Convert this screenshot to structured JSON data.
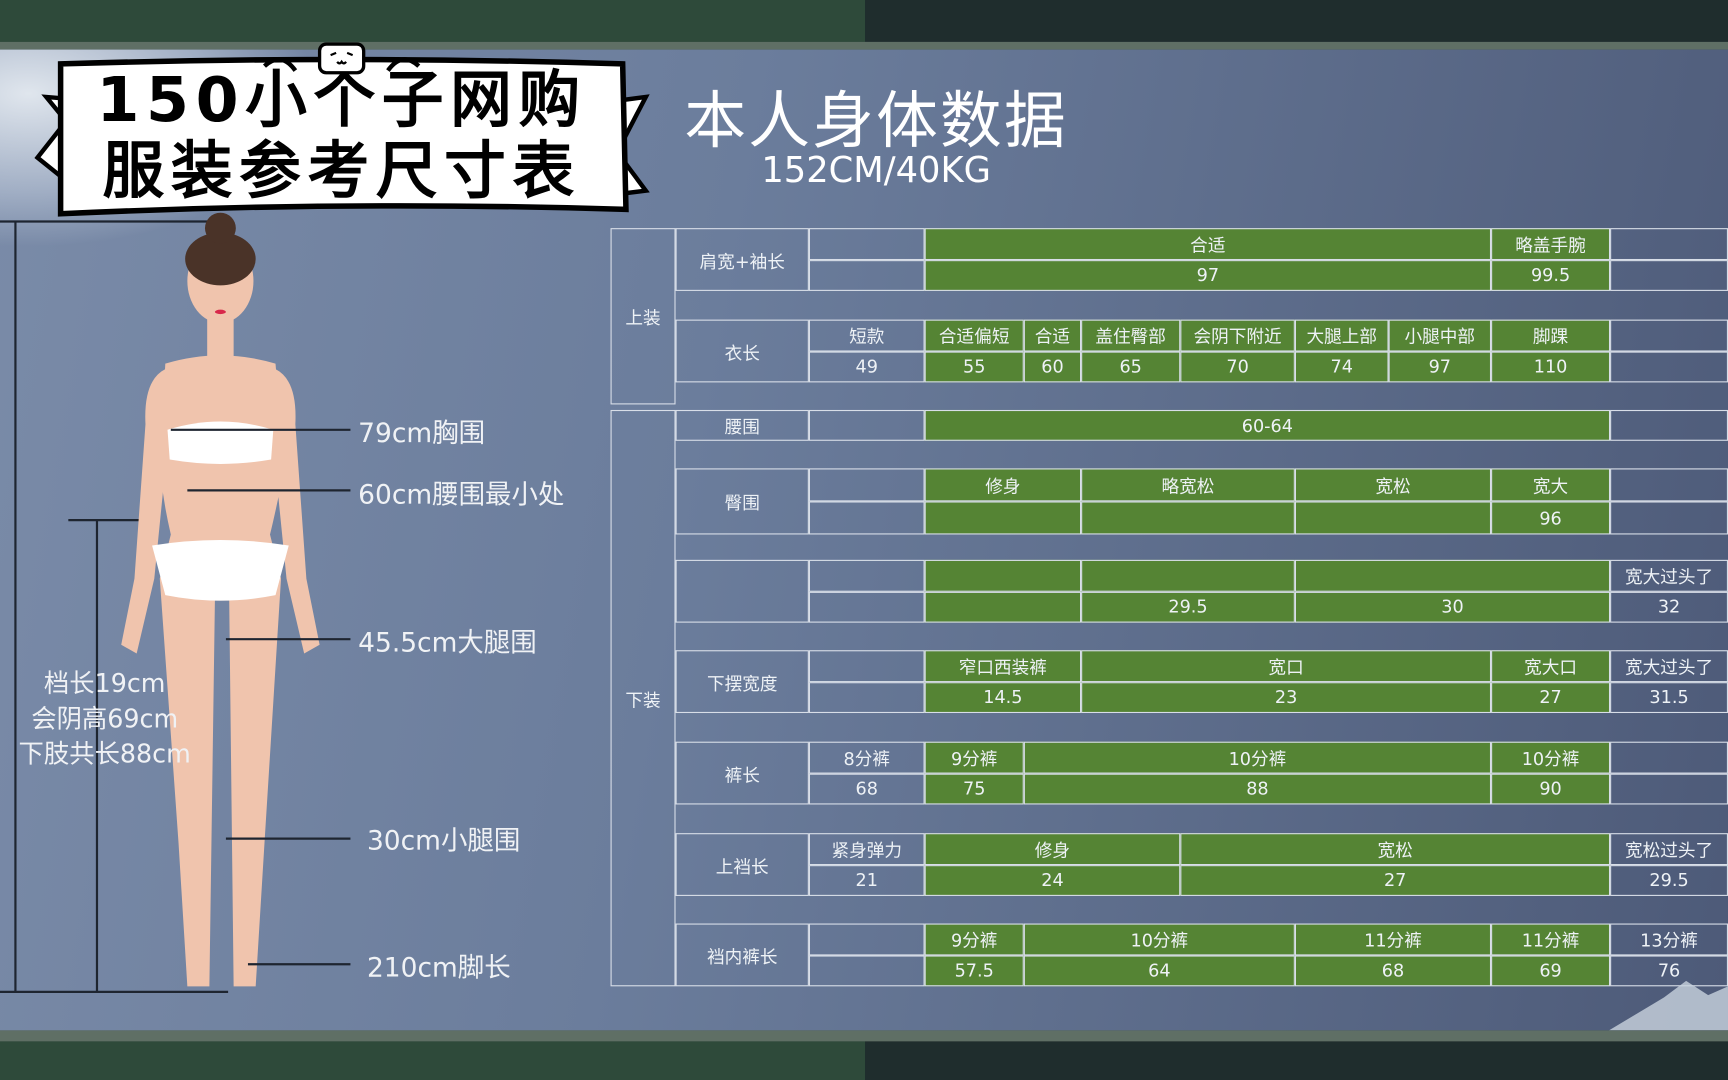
{
  "header": {
    "title": "本人身体数据",
    "subtitle": "152CM/40KG"
  },
  "measurements": [
    {
      "text": "79cm胸围"
    },
    {
      "text": "60cm腰围最小处"
    },
    {
      "text": "45.5cm大腿围"
    },
    {
      "text": "30cm小腿围"
    },
    {
      "text": "210cm脚长"
    }
  ],
  "side_notes": [
    "档长19cm",
    "会阴高69cm",
    "下肢共长88cm"
  ],
  "banner": {
    "text": "150小个子网购服装参考尺寸表",
    "icon": "bilibili-tv-icon"
  },
  "colors": {
    "green": "#558434",
    "background": "#6b7d9c",
    "band": "#2e4a3a"
  },
  "table": {
    "categories": [
      {
        "label": "上装"
      },
      {
        "label": "下装"
      }
    ],
    "rows": [
      {
        "label": "肩宽+袖长",
        "cells": [
          {
            "top": "",
            "bottom": "",
            "from": 2,
            "span": 1,
            "green": false
          },
          {
            "top": "合适",
            "bottom": "97",
            "from": 3,
            "span": 6,
            "green": true
          },
          {
            "top": "略盖手腕",
            "bottom": "99.5",
            "from": 9,
            "span": 1,
            "green": true
          },
          {
            "top": "",
            "bottom": "",
            "from": 10,
            "span": 1,
            "green": false
          }
        ]
      },
      {
        "label": "衣长",
        "cells": [
          {
            "top": "短款",
            "bottom": "49",
            "from": 2,
            "span": 1,
            "green": false
          },
          {
            "top": "合适偏短",
            "bottom": "55",
            "from": 3,
            "span": 1,
            "green": true
          },
          {
            "top": "合适",
            "bottom": "60",
            "from": 4,
            "span": 1,
            "green": true
          },
          {
            "top": "盖住臀部",
            "bottom": "65",
            "from": 5,
            "span": 1,
            "green": true
          },
          {
            "top": "会阴下附近",
            "bottom": "70",
            "from": 6,
            "span": 1,
            "green": true
          },
          {
            "top": "大腿上部",
            "bottom": "74",
            "from": 7,
            "span": 1,
            "green": true
          },
          {
            "top": "小腿中部",
            "bottom": "97",
            "from": 8,
            "span": 1,
            "green": true
          },
          {
            "top": "脚踝",
            "bottom": "110",
            "from": 9,
            "span": 1,
            "green": true
          },
          {
            "top": "",
            "bottom": "",
            "from": 10,
            "span": 1,
            "green": false
          }
        ]
      },
      {
        "label": "腰围",
        "single": true,
        "cells": [
          {
            "top": "",
            "from": 2,
            "span": 1,
            "green": false
          },
          {
            "top": "60-64",
            "from": 3,
            "span": 7,
            "green": true
          },
          {
            "top": "",
            "from": 10,
            "span": 1,
            "green": false
          }
        ]
      },
      {
        "label": "臀围",
        "cells": [
          {
            "top": "",
            "bottom": "",
            "from": 2,
            "span": 1,
            "green": false
          },
          {
            "top": "修身",
            "bottom": "",
            "from": 3,
            "span": 2,
            "green": true
          },
          {
            "top": "略宽松",
            "bottom": "",
            "from": 5,
            "span": 2,
            "green": true
          },
          {
            "top": "宽松",
            "bottom": "",
            "from": 7,
            "span": 2,
            "green": true
          },
          {
            "top": "宽大",
            "bottom": "96",
            "from": 9,
            "span": 1,
            "green": true
          },
          {
            "top": "",
            "bottom": "",
            "from": 10,
            "span": 1,
            "green": false
          }
        ]
      },
      {
        "label": "",
        "cells": [
          {
            "top": "",
            "bottom": "",
            "from": 2,
            "span": 1,
            "green": false
          },
          {
            "top": "",
            "bottom": "",
            "from": 3,
            "span": 2,
            "green": true
          },
          {
            "top": "",
            "bottom": "29.5",
            "from": 5,
            "span": 2,
            "green": true
          },
          {
            "top": "",
            "bottom": "30",
            "from": 7,
            "span": 3,
            "green": true
          },
          {
            "top": "宽大过头了",
            "bottom": "32",
            "from": 10,
            "span": 1,
            "green": false
          }
        ]
      },
      {
        "label": "下摆宽度",
        "cells": [
          {
            "top": "",
            "bottom": "",
            "from": 2,
            "span": 1,
            "green": false
          },
          {
            "top": "窄口西装裤",
            "bottom": "14.5",
            "from": 3,
            "span": 2,
            "green": true
          },
          {
            "top": "宽口",
            "bottom": "23",
            "from": 5,
            "span": 4,
            "green": true
          },
          {
            "top": "宽大口",
            "bottom": "27",
            "from": 9,
            "span": 1,
            "green": true
          },
          {
            "top": "宽大过头了",
            "bottom": "31.5",
            "from": 10,
            "span": 1,
            "green": false
          }
        ]
      },
      {
        "label": "裤长",
        "cells": [
          {
            "top": "8分裤",
            "bottom": "68",
            "from": 2,
            "span": 1,
            "green": false
          },
          {
            "top": "9分裤",
            "bottom": "75",
            "from": 3,
            "span": 1,
            "green": true
          },
          {
            "top": "10分裤",
            "bottom": "88",
            "from": 4,
            "span": 5,
            "green": true
          },
          {
            "top": "10分裤",
            "bottom": "90",
            "from": 9,
            "span": 1,
            "green": true
          },
          {
            "top": "",
            "bottom": "",
            "from": 10,
            "span": 1,
            "green": false
          }
        ]
      },
      {
        "label": "上裆长",
        "cells": [
          {
            "top": "紧身弹力",
            "bottom": "21",
            "from": 2,
            "span": 1,
            "green": false
          },
          {
            "top": "修身",
            "bottom": "24",
            "from": 3,
            "span": 3,
            "green": true
          },
          {
            "top": "宽松",
            "bottom": "27",
            "from": 6,
            "span": 4,
            "green": true
          },
          {
            "top": "宽松过头了",
            "bottom": "29.5",
            "from": 10,
            "span": 1,
            "green": false
          }
        ]
      },
      {
        "label": "裆内裤长",
        "cells": [
          {
            "top": "",
            "bottom": "",
            "from": 2,
            "span": 1,
            "green": false
          },
          {
            "top": "9分裤",
            "bottom": "57.5",
            "from": 3,
            "span": 1,
            "green": true
          },
          {
            "top": "10分裤",
            "bottom": "64",
            "from": 4,
            "span": 3,
            "green": true
          },
          {
            "top": "11分裤",
            "bottom": "68",
            "from": 7,
            "span": 2,
            "green": true
          },
          {
            "top": "11分裤",
            "bottom": "69",
            "from": 9,
            "span": 1,
            "green": true
          },
          {
            "top": "13分裤",
            "bottom": "76",
            "from": 10,
            "span": 1,
            "green": false
          }
        ]
      }
    ]
  }
}
